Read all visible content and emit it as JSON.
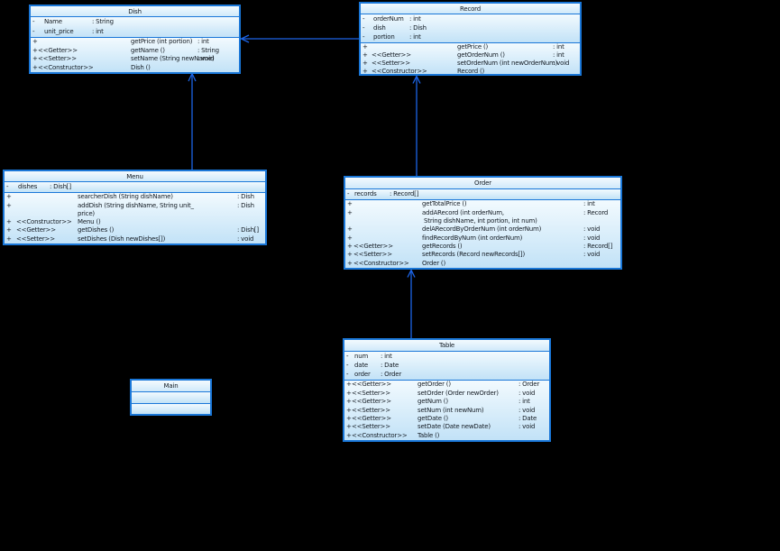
{
  "diagram": {
    "background_color": "#000000",
    "box_border_color": "#1a77d8",
    "box_fill_top": "#f2fafe",
    "box_fill_bottom": "#c2e2f7",
    "arrow_color": "#1c64e6",
    "text_color": "#131a22",
    "classes": {
      "dish": {
        "title": "Dish",
        "attributes": [
          {
            "v": "-",
            "n": "Name",
            "t": ": String"
          },
          {
            "v": "-",
            "n": "unit_price",
            "t": ": int"
          }
        ],
        "methods": [
          {
            "v": "+",
            "s": "",
            "n": "getPrice (int portion)",
            "t": ": int"
          },
          {
            "v": "+",
            "s": "<<Getter>>",
            "n": "getName ()",
            "t": ": String"
          },
          {
            "v": "+",
            "s": "<<Setter>>",
            "n": "setName (String newName)",
            "t": ": void"
          },
          {
            "v": "+",
            "s": "<<Constructor>>",
            "n": "Dish ()",
            "t": ""
          }
        ]
      },
      "record": {
        "title": "Record",
        "attributes": [
          {
            "v": "-",
            "n": "orderNum",
            "t": ": int"
          },
          {
            "v": "-",
            "n": "dish",
            "t": ": Dish"
          },
          {
            "v": "-",
            "n": "portion",
            "t": ": int"
          }
        ],
        "methods": [
          {
            "v": "+",
            "s": "",
            "n": "getPrice ()",
            "t": ": int"
          },
          {
            "v": "+",
            "s": "<<Getter>>",
            "n": "getOrderNum ()",
            "t": ": int"
          },
          {
            "v": "+",
            "s": "<<Setter>>",
            "n": "setOrderNum (int newOrderNum)",
            "t": ": void"
          },
          {
            "v": "+",
            "s": "<<Constructor>>",
            "n": "Record ()",
            "t": ""
          }
        ]
      },
      "menu": {
        "title": "Menu",
        "attributes": [
          {
            "v": "-",
            "n": "dishes",
            "t": ": Dish[]"
          }
        ],
        "methods": [
          {
            "v": "+",
            "s": "",
            "n": "searcherDish (String dishName)",
            "t": ": Dish"
          },
          {
            "v": "+",
            "s": "",
            "n": "addDish (String dishName, String unit_",
            "t": ": Dish"
          },
          {
            "v": "",
            "s": "",
            "n": "price)",
            "t": ""
          },
          {
            "v": "+",
            "s": "<<Constructor>>",
            "n": "Menu ()",
            "t": ""
          },
          {
            "v": "+",
            "s": "<<Getter>>",
            "n": "getDishes ()",
            "t": ": Dish[]"
          },
          {
            "v": "+",
            "s": "<<Setter>>",
            "n": "setDishes (Dish newDishes[])",
            "t": ": void"
          }
        ]
      },
      "order": {
        "title": "Order",
        "attributes": [
          {
            "v": "-",
            "n": "records",
            "t": ": Record[]"
          }
        ],
        "methods": [
          {
            "v": "+",
            "s": "",
            "n": "getTotalPrice ()",
            "t": ": int"
          },
          {
            "v": "+",
            "s": "",
            "n": "addARecord (int orderNum,",
            "t": ": Record"
          },
          {
            "v": "",
            "s": "",
            "n": " String dishName, int portion, int num)",
            "t": ""
          },
          {
            "v": "+",
            "s": "",
            "n": "delARecordByOrderNum (int orderNum)",
            "t": ": void"
          },
          {
            "v": "+",
            "s": "",
            "n": "findRecordByNum (int orderNum)",
            "t": ": void"
          },
          {
            "v": "+",
            "s": "<<Getter>>",
            "n": "getRecords ()",
            "t": ": Record[]"
          },
          {
            "v": "+",
            "s": "<<Setter>>",
            "n": "setRecords (Record newRecords[])",
            "t": ": void"
          },
          {
            "v": "+",
            "s": "<<Constructor>>",
            "n": "Order ()",
            "t": ""
          }
        ]
      },
      "table": {
        "title": "Table",
        "attributes": [
          {
            "v": "-",
            "n": "num",
            "t": ": int"
          },
          {
            "v": "-",
            "n": "date",
            "t": ": Date"
          },
          {
            "v": "-",
            "n": "order",
            "t": ": Order"
          }
        ],
        "methods": [
          {
            "v": "+",
            "s": "<<Getter>>",
            "n": "getOrder ()",
            "t": ": Order"
          },
          {
            "v": "+",
            "s": "<<Setter>>",
            "n": "setOrder (Order newOrder)",
            "t": ": void"
          },
          {
            "v": "+",
            "s": "<<Getter>>",
            "n": "getNum ()",
            "t": ": int"
          },
          {
            "v": "+",
            "s": "<<Setter>>",
            "n": "setNum (int newNum)",
            "t": ": void"
          },
          {
            "v": "+",
            "s": "<<Getter>>",
            "n": "getDate ()",
            "t": ": Date"
          },
          {
            "v": "+",
            "s": "<<Setter>>",
            "n": "setDate (Date newDate)",
            "t": ": void"
          },
          {
            "v": "+",
            "s": "<<Constructor>>",
            "n": "Table ()",
            "t": ""
          }
        ]
      },
      "main": {
        "title": "Main",
        "attributes": [],
        "methods": []
      }
    },
    "relations": [
      {
        "from": "Record",
        "to": "Dish",
        "type": "association"
      },
      {
        "from": "Menu",
        "to": "Dish",
        "type": "association"
      },
      {
        "from": "Order",
        "to": "Record",
        "type": "association"
      },
      {
        "from": "Table",
        "to": "Order",
        "type": "association"
      }
    ]
  }
}
